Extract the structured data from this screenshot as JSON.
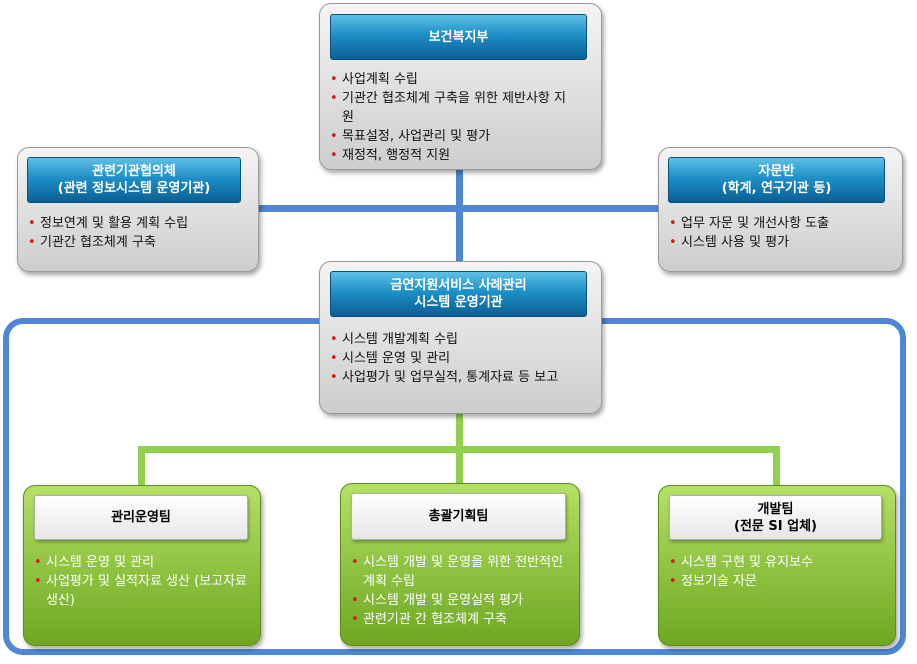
{
  "ministry": {
    "title": "보건복지부",
    "items": [
      "사업계획 수립",
      "기관간 협조체계 구축을 위한 제반사항 지원",
      "목표설정, 사업관리 및 평가",
      "재정적, 행정적 지원"
    ]
  },
  "council": {
    "title_line1": "관련기관협의체",
    "title_line2": "(관련 정보시스템 운영기관)",
    "items": [
      "정보연계 및 활용 계획 수립",
      "기관간 협조체계 구축"
    ]
  },
  "advisory": {
    "title_line1": "자문반",
    "title_line2": "(학계, 연구기관 등)",
    "items": [
      "업무 자문 및 개선사항 도출",
      "시스템 사용 및 평가"
    ]
  },
  "operator": {
    "title_line1": "금연지원서비스 사례관리",
    "title_line2": "시스템 운영기관",
    "items": [
      "시스템 개발계획 수립",
      "시스템 운영 및 관리",
      "사업평가 및 업무실적, 통계자료 등 보고"
    ]
  },
  "teams": {
    "ops": {
      "title": "관리운영팀",
      "items": [
        "시스템 운영 및 관리",
        "사업평가 및 실적자료 생산 (보고자료 생산)"
      ]
    },
    "planning": {
      "title": "총괄기획팀",
      "items": [
        "시스템 개발 및 운영을 위한 전반적인 계획 수립",
        "시스템 개발 및 운영실적 평가",
        "관련기관 간 협조체계 구축"
      ]
    },
    "dev": {
      "title_line1": "개발팀",
      "title_line2": "(전문 SI 업체)",
      "items": [
        "시스템 구현 및 유지보수",
        "정보기술 자문"
      ]
    }
  },
  "colors": {
    "connector_blue": "#4f86d6",
    "connector_green": "#92d050",
    "header_blue": "#1e8fc7",
    "team_green": "#8cc63f"
  }
}
